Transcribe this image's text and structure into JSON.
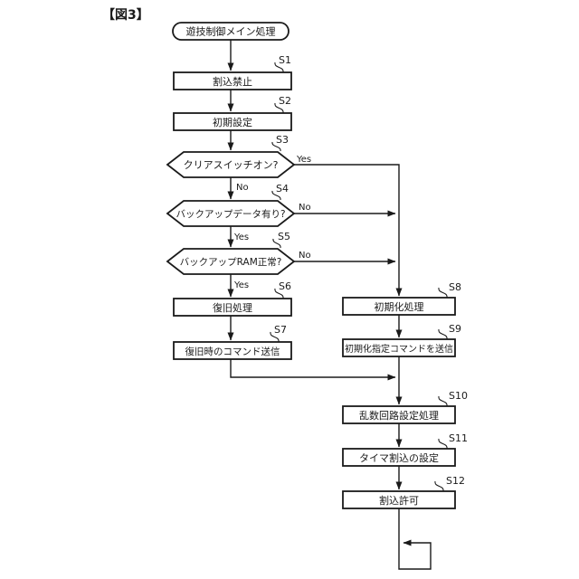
{
  "figure_label": "【図3】",
  "colors": {
    "ink": "#1a1a1a",
    "background": "#ffffff"
  },
  "flow": {
    "start": {
      "label": "遊技制御メイン処理"
    },
    "steps": {
      "s1": {
        "id": "S1",
        "label": "割込禁止"
      },
      "s2": {
        "id": "S2",
        "label": "初期設定"
      },
      "s3": {
        "id": "S3",
        "label": "クリアスイッチオン?",
        "yes": "Yes",
        "no": "No"
      },
      "s4": {
        "id": "S4",
        "label": "バックアップデータ有り?",
        "yes": "Yes",
        "no": "No"
      },
      "s5": {
        "id": "S5",
        "label": "バックアップRAM正常?",
        "yes": "Yes",
        "no": "No"
      },
      "s6": {
        "id": "S6",
        "label": "復旧処理"
      },
      "s7": {
        "id": "S7",
        "label": "復旧時のコマンド送信"
      },
      "s8": {
        "id": "S8",
        "label": "初期化処理"
      },
      "s9": {
        "id": "S9",
        "label": "初期化指定コマンドを送信"
      },
      "s10": {
        "id": "S10",
        "label": "乱数回路設定処理"
      },
      "s11": {
        "id": "S11",
        "label": "タイマ割込の設定"
      },
      "s12": {
        "id": "S12",
        "label": "割込許可"
      }
    }
  }
}
